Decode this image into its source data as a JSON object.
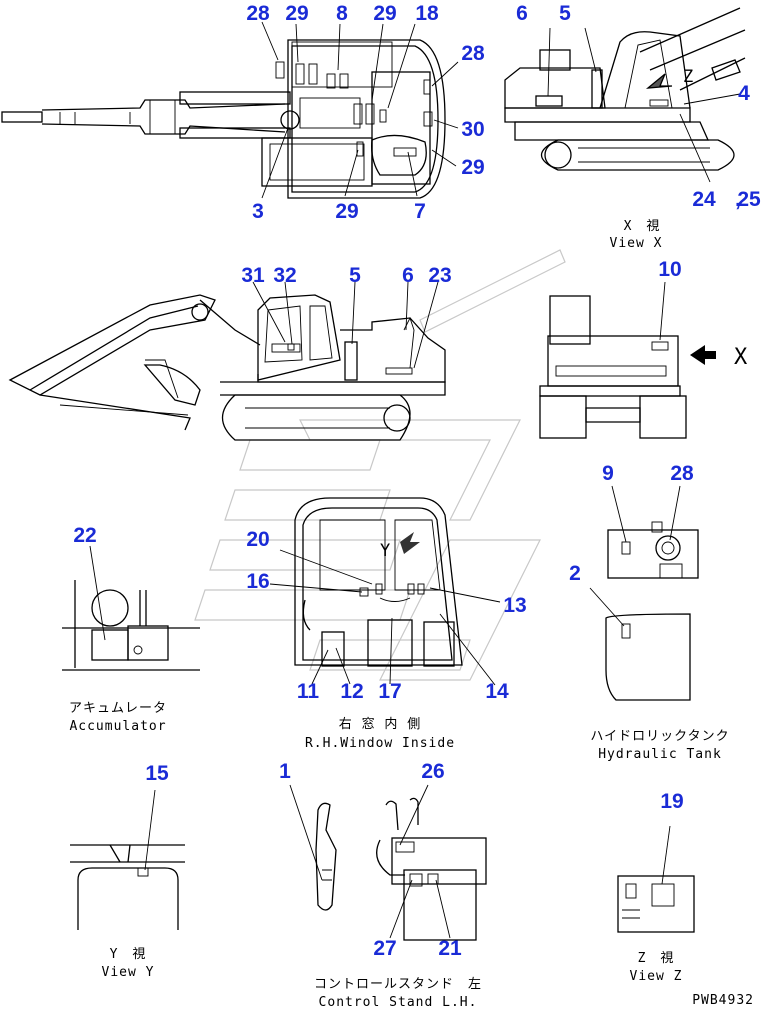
{
  "drawing_code": "PWB4932",
  "callouts": [
    "28",
    "29",
    "8",
    "29",
    "18",
    "28",
    "30",
    "29",
    "3",
    "29",
    "7",
    "6",
    "5",
    "4",
    "24",
    "25",
    "31",
    "32",
    "5",
    "6",
    "23",
    "10",
    "22",
    "20",
    "16",
    "13",
    "11",
    "12",
    "17",
    "14",
    "9",
    "28",
    "2",
    "15",
    "1",
    "26",
    "27",
    "21",
    "19"
  ],
  "captions": {
    "view_x_jp": "X　視",
    "view_x_en": "View X",
    "accumulator_jp": "アキュムレータ",
    "accumulator_en": "Accumulator",
    "rh_window_jp": "右 窓 内 側",
    "rh_window_en": "R.H.Window Inside",
    "hydraulic_tank_jp": "ハイドロリックタンク",
    "hydraulic_tank_en": "Hydraulic Tank",
    "view_y_jp": "Y　視",
    "view_y_en": "View Y",
    "control_stand_jp": "コントロールスタンド　左",
    "control_stand_en": "Control Stand L.H.",
    "view_z_jp": "Z　視",
    "view_z_en": "View Z"
  },
  "markers": {
    "x": "X",
    "y": "Y",
    "z": "Z"
  },
  "comma": ","
}
